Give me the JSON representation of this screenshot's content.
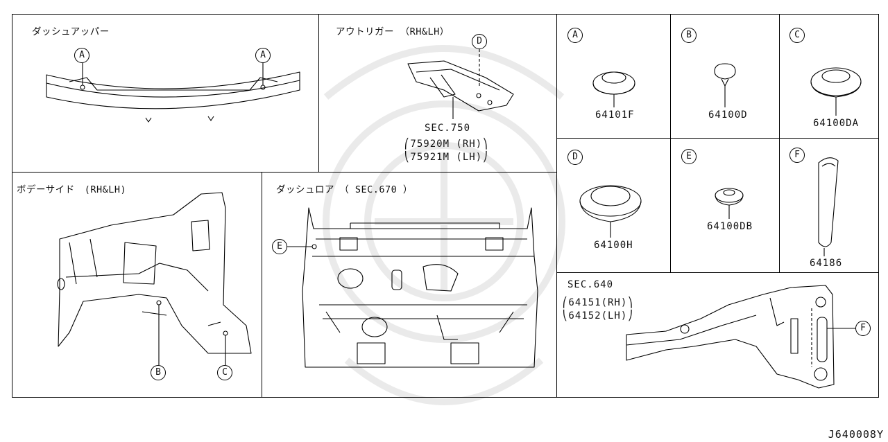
{
  "diagram_code": "J640008Y",
  "panels": {
    "dash_upper": {
      "title": "ダッシュアッパー",
      "callouts": [
        "A",
        "A"
      ]
    },
    "outrigger": {
      "title": "アウトリガー （RH&LH）",
      "callout": "D",
      "sec_lines": [
        "SEC.750",
        "⎛75920M (RH)⎞",
        "⎝75921M (LH)⎠"
      ]
    },
    "body_side": {
      "title": "ボデーサイド　(RH&LH)",
      "callouts": [
        "B",
        "C"
      ]
    },
    "dash_lower": {
      "title": "ダッシュロア　（ SEC.670 ）",
      "callout": "E"
    },
    "parts": [
      {
        "letter": "A",
        "part_no": "64101F"
      },
      {
        "letter": "B",
        "part_no": "64100D"
      },
      {
        "letter": "C",
        "part_no": "64100DA"
      },
      {
        "letter": "D",
        "part_no": "64100H"
      },
      {
        "letter": "E",
        "part_no": "64100DB"
      },
      {
        "letter": "F",
        "part_no": "64186"
      }
    ],
    "sec640": {
      "sec_lines": [
        "SEC.640",
        "⎛64151(RH)⎞",
        "⎝64152(LH)⎠"
      ],
      "callout": "F"
    }
  }
}
